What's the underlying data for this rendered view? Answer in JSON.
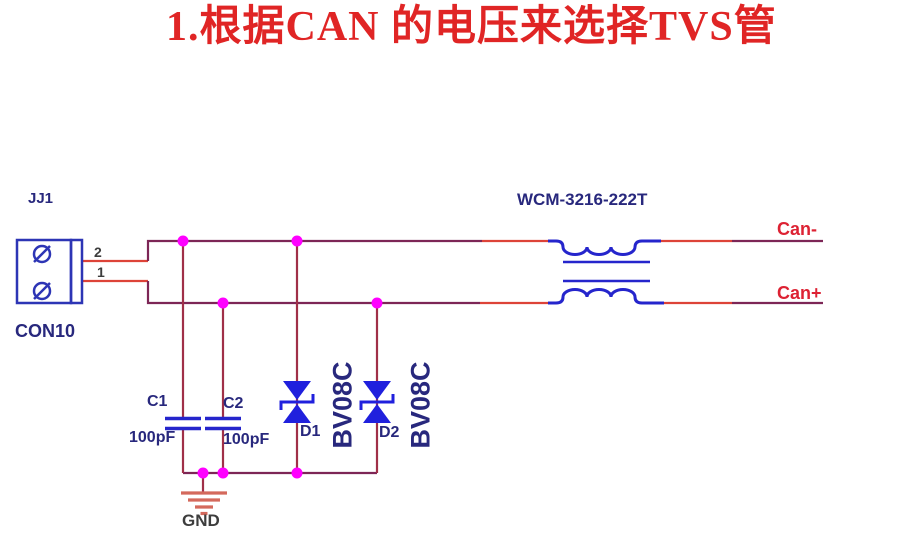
{
  "title": "1.根据CAN 的电压来选择TVS管",
  "colors": {
    "title_red": "#e02525",
    "wire_red": "#dd4338",
    "wire_maroon": "#7d2656",
    "wire_dark_red": "#a03048",
    "component_blue": "#2525cc",
    "diode_blue": "#2020dd",
    "label_navy": "#28287d",
    "net_label_red": "#dd2233",
    "junction_magenta": "#ff00ff",
    "ground_salmon": "#d4695c",
    "text_gray": "#3d3d3d"
  },
  "connector": {
    "ref": "JJ1",
    "part": "CON10",
    "pins": [
      {
        "number": "2"
      },
      {
        "number": "1"
      }
    ]
  },
  "capacitors": [
    {
      "ref": "C1",
      "value": "100pF"
    },
    {
      "ref": "C2",
      "value": "100pF"
    }
  ],
  "tvs_diodes": [
    {
      "ref": "D1",
      "part": "BV08C"
    },
    {
      "ref": "D2",
      "part": "BV08C"
    }
  ],
  "choke": {
    "part": "WCM-3216-222T"
  },
  "nets": {
    "can_minus": "Can-",
    "can_plus": "Can+",
    "ground": "GND"
  }
}
